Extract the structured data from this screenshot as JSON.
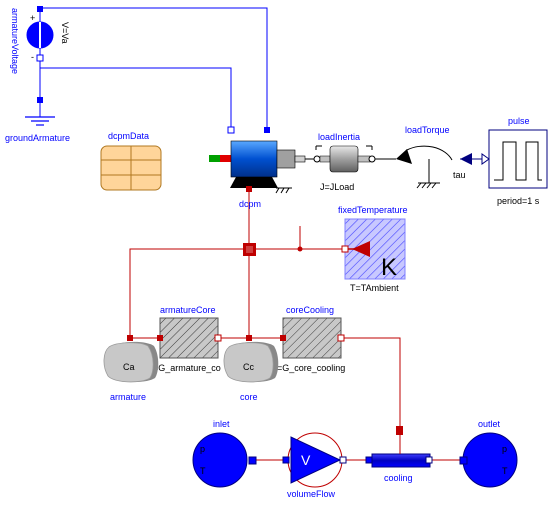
{
  "components": {
    "armatureVoltage": {
      "name": "armatureVoltage",
      "param": "V=Va",
      "plus": "+",
      "minus": "-"
    },
    "groundArmature": {
      "name": "groundArmature"
    },
    "dcpmData": {
      "name": "dcpmData"
    },
    "dcpm": {
      "name": "dcpm"
    },
    "loadInertia": {
      "name": "loadInertia",
      "param": "J=JLoad"
    },
    "loadTorque": {
      "name": "loadTorque",
      "param": "tau"
    },
    "pulse": {
      "name": "pulse",
      "param": "period=1 s"
    },
    "fixedTemperature": {
      "name": "fixedTemperature",
      "param": "T=TAmbient",
      "glyph": "K"
    },
    "armatureCore": {
      "name": "armatureCore",
      "param": "G=G_armature_co"
    },
    "coreCooling": {
      "name": "coreCooling",
      "param": "G=G_core_cooling"
    },
    "armature": {
      "name": "armature",
      "glyph": "Ca"
    },
    "core": {
      "name": "core",
      "glyph": "Cc"
    },
    "inlet": {
      "name": "inlet",
      "p": "p",
      "t": "T"
    },
    "volumeFlow": {
      "name": "volumeFlow",
      "glyph": "V"
    },
    "cooling": {
      "name": "cooling"
    },
    "outlet": {
      "name": "outlet",
      "p": "p",
      "t": "T"
    }
  },
  "colors": {
    "electric": "#0000ff",
    "thermal": "#bf0000",
    "record": "#ffd59a",
    "hatch": "#8080ff",
    "fluid": "#0000ff"
  }
}
